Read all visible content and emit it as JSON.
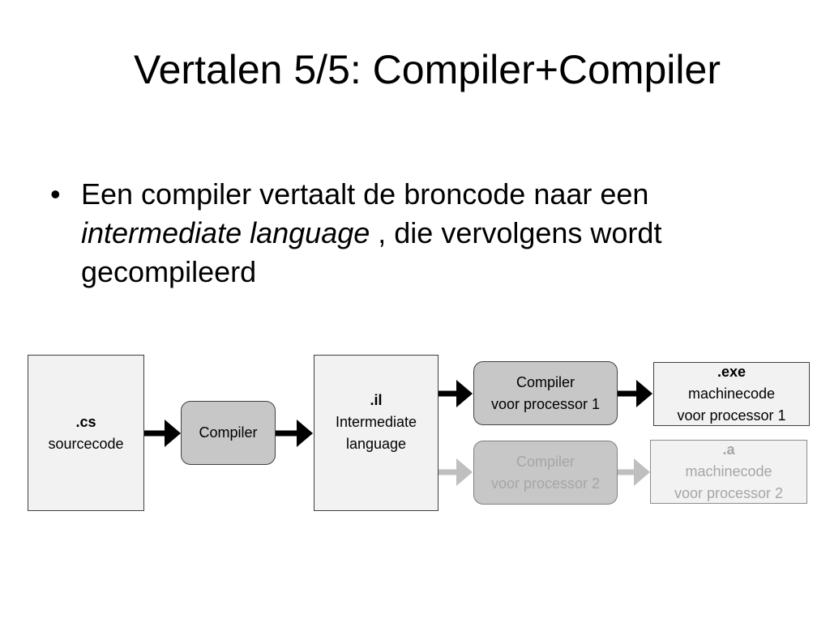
{
  "slide": {
    "title": "Vertalen 5/5: Compiler+Compiler",
    "bullet_symbol": "•",
    "bullet": {
      "part1": "Een compiler vertaalt de broncode naar een ",
      "emphasis": "intermediate language",
      "part2": " , die vervolgens wordt gecompileerd"
    }
  },
  "diagram": {
    "source": {
      "ext": ".cs",
      "label": "sourcecode"
    },
    "compiler": {
      "label": "Compiler"
    },
    "intermediate": {
      "ext": ".il",
      "line1": "Intermediate",
      "line2": "language"
    },
    "compiler_p1": {
      "line1": "Compiler",
      "line2": "voor processor 1"
    },
    "output_p1": {
      "ext": ".exe",
      "line1": "machinecode",
      "line2": "voor processor 1"
    },
    "compiler_p2": {
      "line1": "Compiler",
      "line2": "voor processor 2"
    },
    "output_p2": {
      "ext": ".a",
      "line1": "machinecode",
      "line2": "voor processor 2"
    },
    "colors": {
      "arrow_active": "#000000",
      "arrow_dim": "#bfbfbf",
      "doc_fill": "#f2f2f2",
      "process_fill": "#c7c7c7",
      "dim_text": "#a6a6a6"
    }
  }
}
